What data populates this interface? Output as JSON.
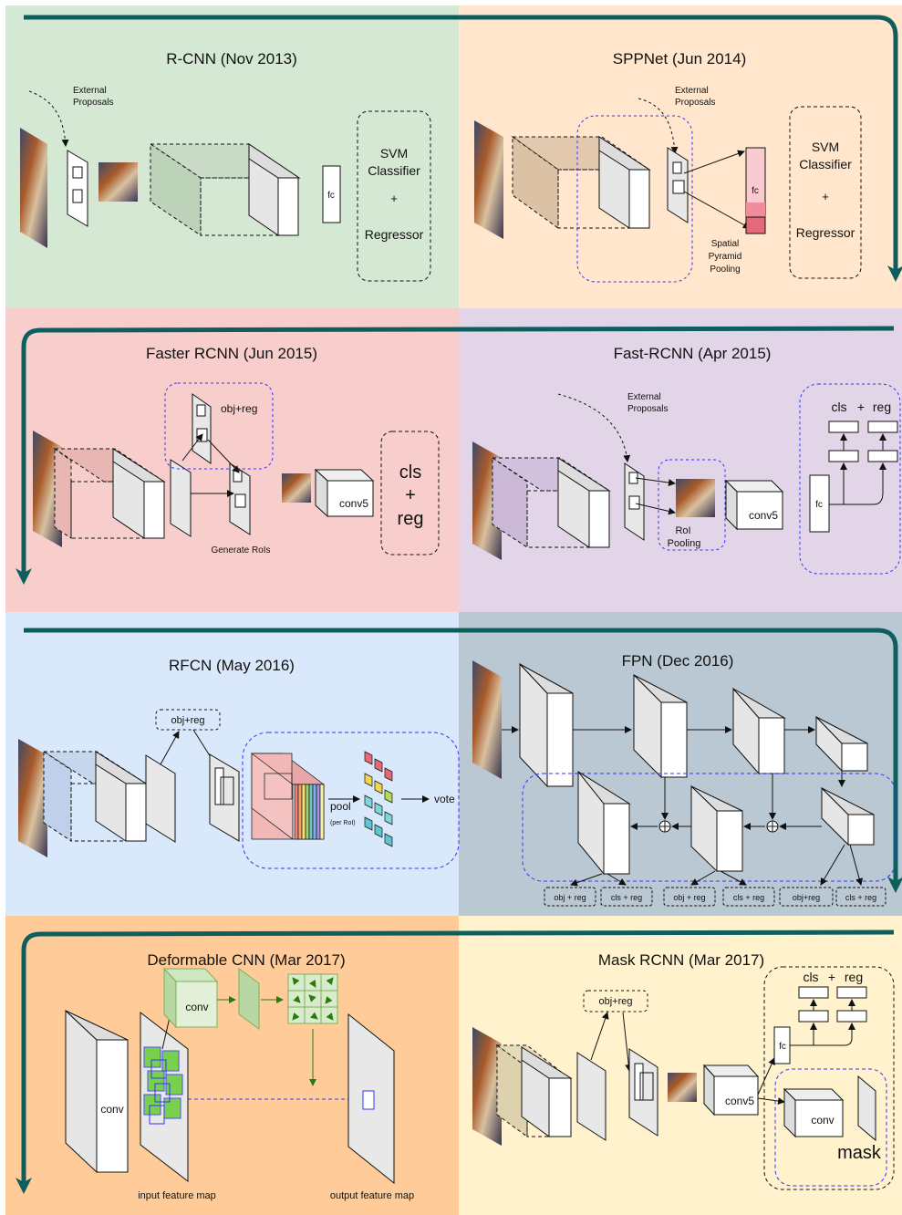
{
  "panels": {
    "rcnn": {
      "title": "R-CNN (Nov 2013)",
      "proposals": "External Proposals",
      "fc": "fc",
      "svm_line1": "SVM",
      "svm_line2": "Classifier",
      "svm_plus": "+",
      "svm_line3": "Regressor",
      "bg_color": "#d5e8d4"
    },
    "sppnet": {
      "title": "SPPNet (Jun 2014)",
      "proposals": "External Proposals",
      "fc": "fc",
      "spp_line1": "Spatial",
      "spp_line2": "Pyramid",
      "spp_line3": "Pooling",
      "svm_line1": "SVM",
      "svm_line2": "Classifier",
      "svm_plus": "+",
      "svm_line3": "Regressor",
      "bg_color": "#ffe6cc"
    },
    "faster_rcnn": {
      "title": "Faster RCNN (Jun 2015)",
      "objreg": "obj+reg",
      "generate": "Generate RoIs",
      "conv5": "conv5",
      "cls": "cls",
      "plus": "+",
      "reg": "reg",
      "bg_color": "#f8cecc"
    },
    "fast_rcnn": {
      "title": "Fast-RCNN (Apr 2015)",
      "proposals": "External Proposals",
      "roi_line1": "RoI",
      "roi_line2": "Pooling",
      "conv5": "conv5",
      "fc": "fc",
      "cls": "cls",
      "plus": "+",
      "reg": "reg",
      "bg_color": "#e1d5e7"
    },
    "rfcn": {
      "title": "RFCN (May 2016)",
      "objreg": "obj+reg",
      "pool": "pool",
      "per_roi": "(per RoI)",
      "vote": "vote",
      "bg_color": "#dae8fc"
    },
    "fpn": {
      "title": "FPN (Dec 2016)",
      "heads": [
        "obj + reg",
        "cls + reg",
        "obj + reg",
        "cls + reg",
        "obj+reg",
        "cls + reg"
      ],
      "bg_color": "#bac8d3"
    },
    "deformable": {
      "title": "Deformable CNN (Mar 2017)",
      "conv": "conv",
      "conv_big": "conv",
      "input_map": "input feature map",
      "output_map": "output feature map",
      "bg_color": "#ffcc99"
    },
    "mask_rcnn": {
      "title": "Mask RCNN (Mar 2017)",
      "objreg": "obj+reg",
      "conv5": "conv5",
      "fc": "fc",
      "cls": "cls",
      "plus": "+",
      "reg": "reg",
      "conv": "conv",
      "mask": "mask",
      "bg_color": "#fff2cc"
    }
  },
  "colors": {
    "flow_arrow": "#0f5e5e",
    "dashed_blue": "#3333ff",
    "deform_green": "#66cc33"
  }
}
